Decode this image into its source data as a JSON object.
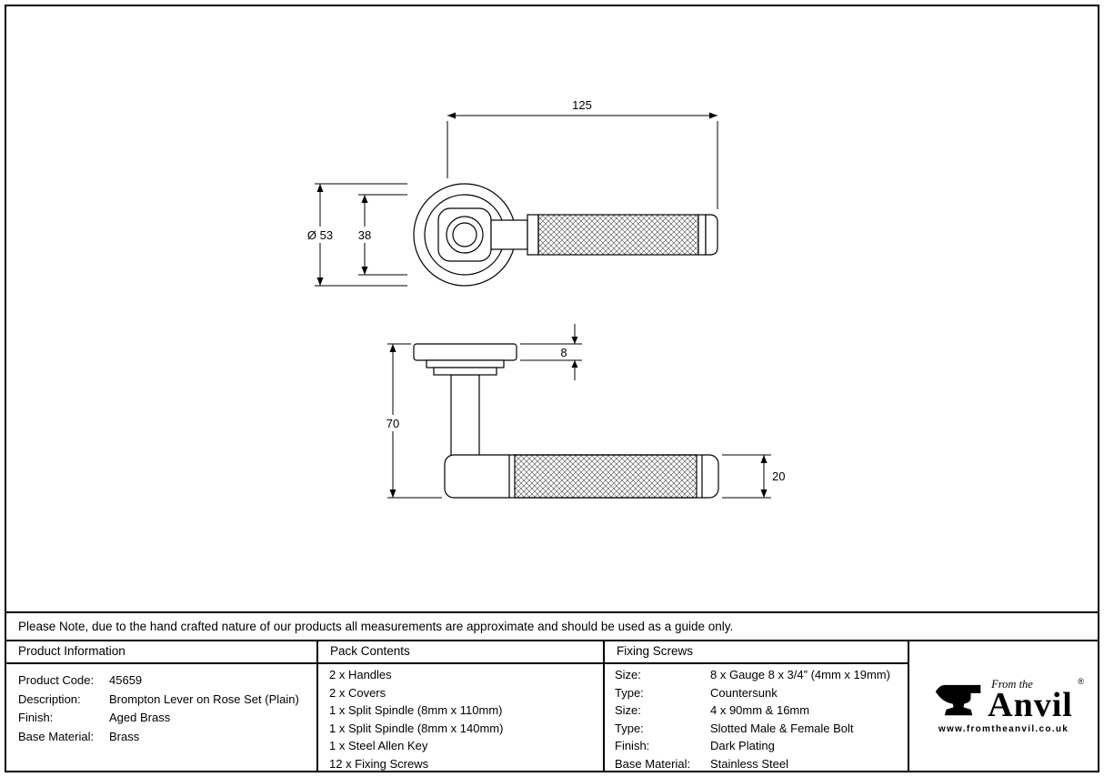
{
  "drawing": {
    "dims": {
      "length": "125",
      "rose_diameter": "Ø 53",
      "rose_inner": "38",
      "rose_thickness": "8",
      "projection": "70",
      "lever_diameter": "20"
    }
  },
  "note": "Please Note, due to the hand crafted nature of our products all measurements are approximate and should be used as a guide only.",
  "table": {
    "product_info": {
      "header": "Product Information",
      "rows": [
        {
          "label": "Product Code:",
          "value": "45659"
        },
        {
          "label": "Description:",
          "value": "Brompton Lever on Rose Set (Plain)"
        },
        {
          "label": "Finish:",
          "value": "Aged Brass"
        },
        {
          "label": "Base Material:",
          "value": "Brass"
        }
      ]
    },
    "pack_contents": {
      "header": "Pack Contents",
      "items": [
        "2 x Handles",
        "2 x Covers",
        "1 x Split Spindle (8mm x 110mm)",
        "1 x Split Spindle (8mm x 140mm)",
        "1 x Steel Allen Key",
        "12 x Fixing Screws"
      ]
    },
    "fixing_screws": {
      "header": "Fixing Screws",
      "rows": [
        {
          "label": "Size:",
          "value": "8 x Gauge 8 x 3/4” (4mm x 19mm)"
        },
        {
          "label": "Type:",
          "value": "Countersunk"
        },
        {
          "label": "Size:",
          "value": "4 x 90mm & 16mm"
        },
        {
          "label": "Type:",
          "value": "Slotted Male & Female Bolt"
        },
        {
          "label": "Finish:",
          "value": "Dark Plating"
        },
        {
          "label": "Base Material:",
          "value": "Stainless Steel"
        }
      ]
    }
  },
  "logo": {
    "from_the": "From the",
    "brand": "Anvil",
    "registered": "®",
    "url": "www.fromtheanvil.co.uk"
  }
}
